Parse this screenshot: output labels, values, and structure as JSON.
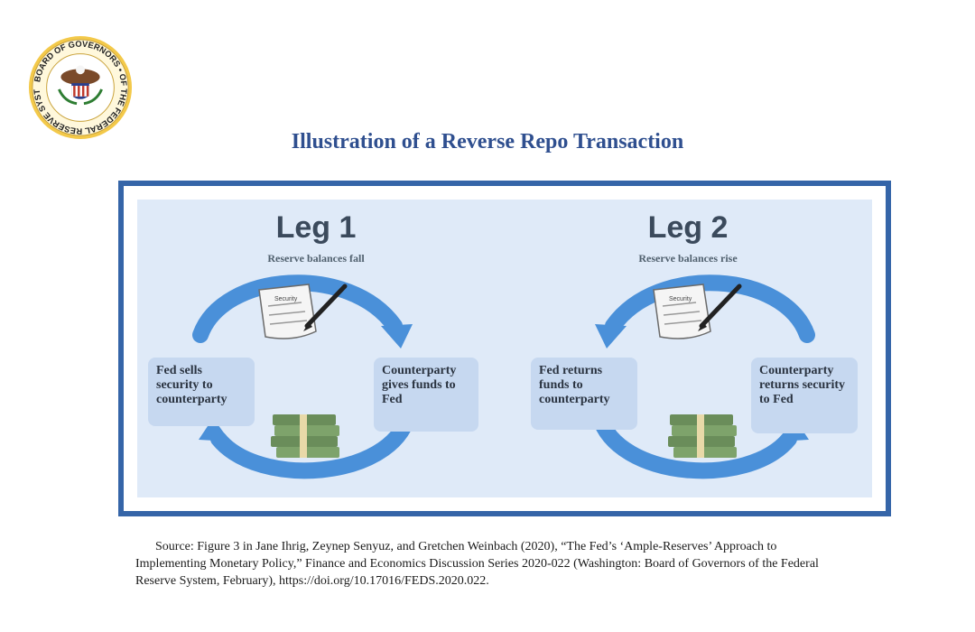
{
  "logo": {
    "icon": "federal-reserve-seal",
    "text": "BOARD OF GOVERNORS OF THE FEDERAL RESERVE SYSTEM"
  },
  "title": "Illustration of a Reverse Repo Transaction",
  "legs": [
    {
      "title": "Leg 1",
      "subtitle": "Reserve balances fall",
      "left_box": "Fed sells security to counterparty",
      "right_box": "Counterparty gives funds to Fed",
      "document_label": "Security"
    },
    {
      "title": "Leg 2",
      "subtitle": "Reserve balances rise",
      "left_box": "Fed returns funds to counterparty",
      "right_box": "Counterparty returns security to Fed",
      "document_label": "Security"
    }
  ],
  "source": "Source: Figure 3 in Jane Ihrig, Zeynep Senyuz, and Gretchen Weinbach (2020), “The Fed’s ‘Ample-Reserves’ Approach to Implementing Monetary Policy,” Finance and Economics Discussion Series 2020-022 (Washington: Board of Governors of the Federal Reserve System, February), https://doi.org/10.17016/FEDS.2020.022.",
  "colors": {
    "title": "#2f4f8f",
    "frame": "#3565a8",
    "arrow": "#4a90d9",
    "box": "#c6d8f0",
    "panel_bg": "#dfeaf8"
  }
}
